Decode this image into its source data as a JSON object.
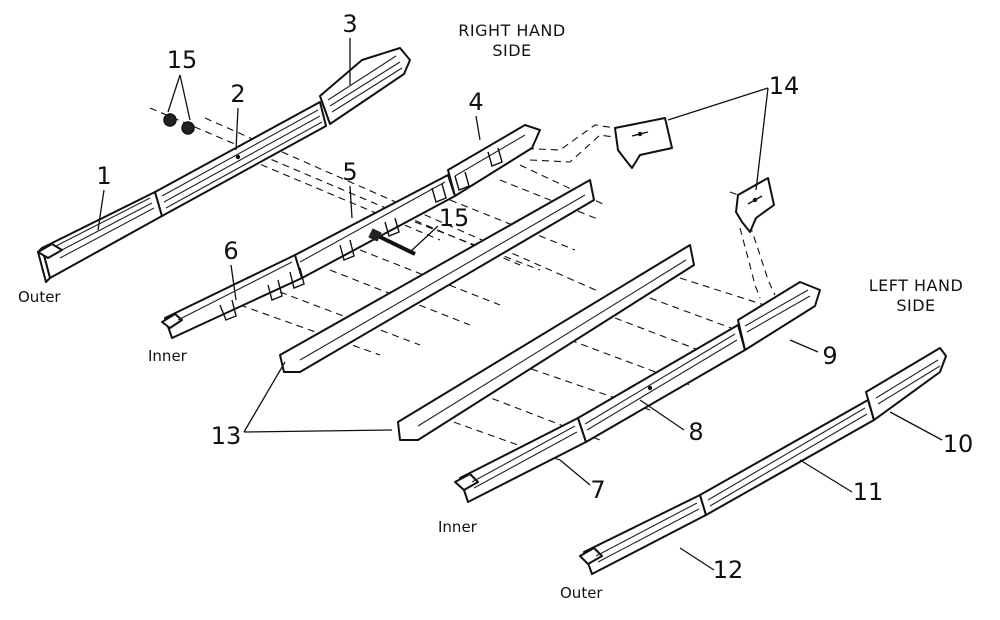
{
  "side_labels": {
    "right_hand_line1": "RIGHT HAND",
    "right_hand_line2": "SIDE",
    "left_hand_line1": "LEFT HAND",
    "left_hand_line2": "SIDE"
  },
  "position_labels": {
    "outer_right": "Outer",
    "inner_right": "Inner",
    "inner_left": "Inner",
    "outer_left": "Outer"
  },
  "part_numbers": {
    "p1": "1",
    "p2": "2",
    "p3": "3",
    "p4": "4",
    "p5": "5",
    "p6": "6",
    "p7": "7",
    "p8": "8",
    "p9": "9",
    "p10": "10",
    "p11": "11",
    "p12": "12",
    "p13": "13",
    "p14": "14",
    "p15_nuts": "15",
    "p15_bolt": "15"
  }
}
